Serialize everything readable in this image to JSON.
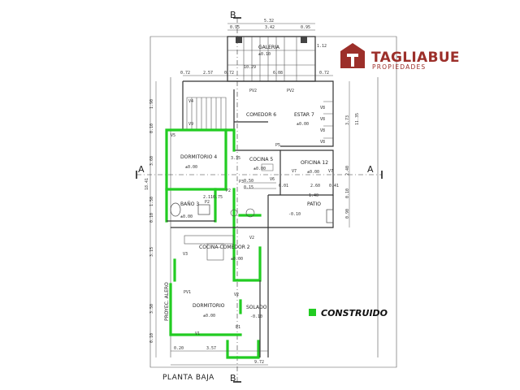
{
  "plan_title": "PLANTA BAJA",
  "section_markers": {
    "a": "A",
    "b": "B"
  },
  "brand": {
    "name": "TAGLIABUE",
    "sub": "PROPIEDADES",
    "color": "#9c2f2a"
  },
  "legend": {
    "label": "CONSTRUIDO",
    "color": "#22cc22"
  },
  "rooms": {
    "galeria": "GALERIA",
    "comedor6": "COMEDOR 6",
    "estar7": "ESTAR 7",
    "dormitorio4": "DORMITORIO 4",
    "cocina5": "COCINA 5",
    "oficina12": "OFICINA 12",
    "bano3": "BAÑO 3",
    "patio": "PATIO",
    "cocina_comedor2": "COCINA-COMEDOR 2",
    "dormitorio": "DORMITORIO",
    "solado": "SOLADO",
    "proyec_alero": "PROYEC. ALERO"
  },
  "levels": {
    "galeria": "±0.10",
    "estar": "±0.00",
    "dorm4": "±0.00",
    "cocina5": "±0.00",
    "oficina": "±0.00",
    "bano": "±0.00",
    "patio": "-0.10",
    "cocina2": "±0.00",
    "dormitorio": "±0.00",
    "solado": "-0.10"
  },
  "openings": {
    "v1": "V1",
    "v2": "V2",
    "v3": "V3",
    "v4": "V4",
    "v5": "V5",
    "v6": "V6",
    "v7": "V7",
    "v8": "V8",
    "v9": "V9",
    "p1": "P1",
    "p2": "P2",
    "p3": "P3",
    "p5": "P5",
    "pv1": "PV1",
    "pv2": "PV2"
  },
  "dimensions": {
    "top_532": "5.32",
    "top_095a": "0.95",
    "top_342": "3.42",
    "top_095b": "0.95",
    "gal_1029": "10.29",
    "gal_112": "1.12",
    "row_072": "0.72",
    "row_257": "2.57",
    "row_072b": "0.72",
    "row_608": "6.08",
    "row_072c": "0.72",
    "l_190": "1.90",
    "l_010": "0.10",
    "l_360": "3.60",
    "l_1841": "18.41",
    "l_150": "1.50",
    "l_010b": "0.10",
    "l_315": "3.15",
    "l_350": "3.50",
    "l_010c": "0.10",
    "r_373": "3.73",
    "r_1135": "11.35",
    "r_240": "2.40",
    "r_010": "0.10",
    "r_090": "0.90",
    "c_335": "3.35",
    "c_050": "0.50",
    "c_015": "0.15",
    "c_211": "2.11",
    "c_075": "0.75",
    "c_240": "2.40",
    "c_601": "6.01",
    "c_260": "2.60",
    "c_041": "0.41",
    "c_140": "1.40",
    "b_020": "0.20",
    "b_357": "3.57",
    "b_572": "9.72"
  }
}
